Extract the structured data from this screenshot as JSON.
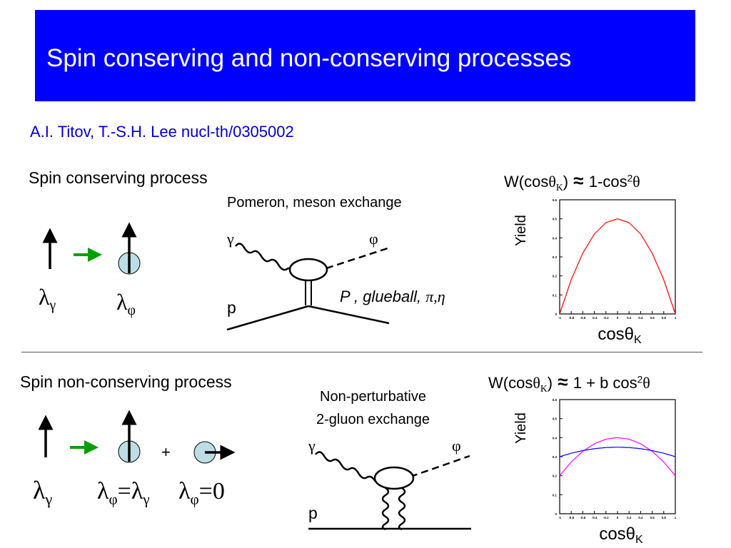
{
  "title": "Spin conserving and non-conserving processes",
  "authors": "A.I. Titov, T.-S.H. Lee   nucl-th/0305002",
  "colors": {
    "title_bg": "#0000ff",
    "author_text": "#0000cc",
    "curve_red": "#ff0000",
    "curve_magenta": "#ff00ff",
    "curve_blue": "#0000ff",
    "arrow_green": "#00a000",
    "circle_fill": "#bcdde6"
  },
  "top": {
    "section_label": "Spin conserving process",
    "exchange_label": "Pomeron, meson exchange",
    "gamma": "γ",
    "phi": "φ",
    "proton": "p",
    "lambda_gamma": {
      "base": "λ",
      "sub": "γ"
    },
    "lambda_phi": {
      "base": "λ",
      "sub": "φ"
    },
    "exchange_particles": {
      "p_symbol": "P",
      "rest": " , glueball, ",
      "greek": "π,η"
    },
    "formula": {
      "lhs_open": "W(cos",
      "theta": "θ",
      "theta_sub": "K",
      "lhs_close": ")",
      "approx": " ≈ ",
      "rhs": "1-cos",
      "rhs_sup": "2",
      "rhs_theta": "θ"
    }
  },
  "bottom": {
    "section_label": "Spin non-conserving process",
    "exchange_label_1": "Non-perturbative",
    "exchange_label_2": "2-gluon exchange",
    "gamma": "γ",
    "phi": "φ",
    "proton": "p",
    "plus": "+",
    "lambda_gamma": {
      "base": "λ",
      "sub": "γ"
    },
    "lambda_eq": {
      "base": "λ",
      "sub": "φ",
      "eq": "=λ",
      "sub2": "γ"
    },
    "lambda_zero": {
      "base": "λ",
      "sub": "φ",
      "eq": "=0"
    },
    "formula": {
      "lhs_open": "W(cos",
      "theta": "θ",
      "theta_sub": "K",
      "lhs_close": ")",
      "approx": " ≈ ",
      "rhs": "1 + b cos",
      "rhs_sup": "2",
      "rhs_theta": "θ"
    }
  },
  "chart_data": [
    {
      "type": "line",
      "xlabel": "cosθK",
      "ylabel": "Yield",
      "xlim": [
        -1,
        1
      ],
      "ylim": [
        0,
        0.6
      ],
      "xticks": [
        "-1",
        "-0.8",
        "-0.6",
        "-0.4",
        "-0.2",
        "0",
        "0.2",
        "0.4",
        "0.6",
        "0.8",
        "1"
      ],
      "yticks": [
        "0",
        "0.1",
        "0.2",
        "0.3",
        "0.4",
        "0.5",
        "0.6"
      ],
      "series": [
        {
          "x": [
            -1,
            -0.8,
            -0.6,
            -0.4,
            -0.2,
            0,
            0.2,
            0.4,
            0.6,
            0.8,
            1
          ],
          "y": [
            0,
            0.18,
            0.32,
            0.42,
            0.48,
            0.5,
            0.48,
            0.42,
            0.32,
            0.18,
            0
          ],
          "color": "#ff0000"
        }
      ]
    },
    {
      "type": "line",
      "xlabel": "cosθK",
      "ylabel": "Yield",
      "xlim": [
        -1,
        1
      ],
      "ylim": [
        0,
        0.6
      ],
      "xticks": [
        "-1",
        "-0.8",
        "-0.6",
        "-0.4",
        "-0.2",
        "0",
        "0.2",
        "0.4",
        "0.6",
        "0.8",
        "1"
      ],
      "yticks": [
        "0",
        "0.1",
        "0.2",
        "0.3",
        "0.4",
        "0.5",
        "0.6"
      ],
      "series": [
        {
          "x": [
            -1,
            -0.8,
            -0.6,
            -0.4,
            -0.2,
            0,
            0.2,
            0.4,
            0.6,
            0.8,
            1
          ],
          "y": [
            0.2,
            0.272,
            0.328,
            0.368,
            0.392,
            0.4,
            0.392,
            0.368,
            0.328,
            0.272,
            0.2
          ],
          "color": "#ff00ff"
        },
        {
          "x": [
            -1,
            -0.8,
            -0.6,
            -0.4,
            -0.2,
            0,
            0.2,
            0.4,
            0.6,
            0.8,
            1
          ],
          "y": [
            0.3,
            0.318,
            0.332,
            0.342,
            0.348,
            0.35,
            0.348,
            0.342,
            0.332,
            0.318,
            0.3
          ],
          "color": "#0000ff"
        }
      ]
    }
  ]
}
